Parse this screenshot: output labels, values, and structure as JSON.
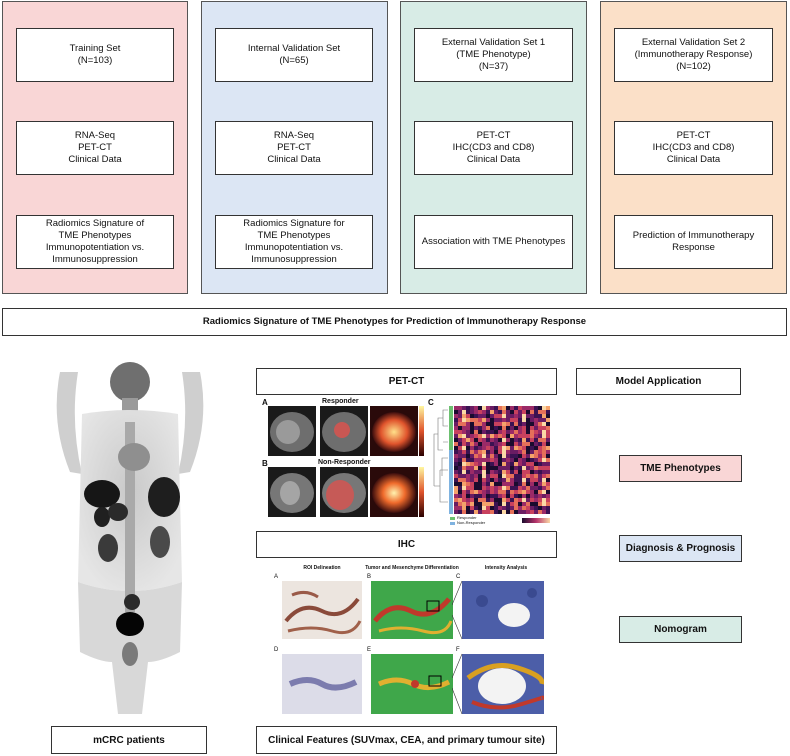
{
  "colors": {
    "training": "#f9d6d6",
    "internal": "#dce6f4",
    "external1": "#d8ece6",
    "external2": "#fbe0c8",
    "tme_tag": "#f9d6d6",
    "diag_tag": "#dce6f4",
    "nomo_tag": "#d8ece6"
  },
  "columns": [
    {
      "header": "Training Set\n(N=103)",
      "data": "RNA-Seq\nPET-CT\nClinical Data",
      "outcome": "Radiomics Signature of\nTME Phenotypes\nImmunopotentiation vs.\nImmunosuppression"
    },
    {
      "header": "Internal Validation Set\n(N=65)",
      "data": "RNA-Seq\nPET-CT\nClinical Data",
      "outcome": "Radiomics Signature for\nTME Phenotypes\nImmunopotentiation vs.\nImmunosuppression"
    },
    {
      "header": "External Validation Set 1\n(TME Phenotype)\n(N=37)",
      "data": "PET-CT\nIHC(CD3 and CD8)\nClinical Data",
      "outcome": "Association with TME Phenotypes"
    },
    {
      "header": "External Validation Set 2\n(Immunotherapy Response)\n(N=102)",
      "data": "PET-CT\nIHC(CD3 and CD8)\nClinical Data",
      "outcome": "Prediction of Immunotherapy\nResponse"
    }
  ],
  "banner": "Radiomics Signature of TME Phenotypes for Prediction of Immunotherapy Response",
  "petct": {
    "title": "PET-CT",
    "panel_a": "A",
    "panel_b": "B",
    "panel_c": "C",
    "responder": "Responder",
    "non_responder": "Non-Responder",
    "legend_responder": "Responder",
    "legend_non_responder": "Non-Responder"
  },
  "ihc": {
    "title": "IHC",
    "roi": "ROI Delineation",
    "tumor": "Tumor and Mesenchyme Differentiation",
    "intensity": "Intensity Analysis",
    "panels": [
      "A",
      "B",
      "C",
      "D",
      "E",
      "F"
    ]
  },
  "model_application": "Model Application",
  "applications": [
    "TME Phenotypes",
    "Diagnosis & Prognosis",
    "Nomogram"
  ],
  "patients_label": "mCRC patients",
  "clinical_features": "Clinical Features (SUVmax, CEA, and primary tumour site)"
}
